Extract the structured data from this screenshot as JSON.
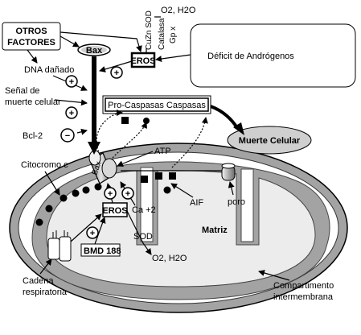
{
  "labels": {
    "otros_factores_line1": "OTROS",
    "otros_factores_line2": "FACTORES",
    "dna_danado": "DNA dañado",
    "senal_line1": "Señal de",
    "senal_line2": "muerte celular",
    "bcl2": "Bcl-2",
    "citocromo": "Citocromo c",
    "bax_top": "Bax",
    "bax_channel": "Bax",
    "eros_top": "EROS",
    "eros_inner": "EROS",
    "cuzn_sod": "CuZn SOD",
    "o2_h2o_top": "O2, H2O",
    "catalasa": "Catalasa",
    "gp_x": "Gp x",
    "deficit": "Déficit de Andrógenos",
    "pro_caspasas": "Pro-Caspasas  Caspasas",
    "muerte_celular": "Muerte Celular",
    "atp": "ATP",
    "aif": "AIF",
    "poro": "poro",
    "ca2": "Ca +2",
    "sod": "SOD",
    "o2_h2o_bottom": "O2, H2O",
    "matriz": "Matriz",
    "bmd": "BMD 188",
    "cadena_line1": "Cadena",
    "cadena_line2": "respiratoria",
    "compartimento_line1": "Compartimento",
    "compartimento_line2": "intermembrana"
  },
  "symbols": {
    "plus": "+",
    "minus": "−"
  },
  "colors": {
    "membrane": "#a3a3a3",
    "matrix": "#ececec",
    "bubble_fill": "#4a4a4a",
    "ink": "#000000"
  }
}
